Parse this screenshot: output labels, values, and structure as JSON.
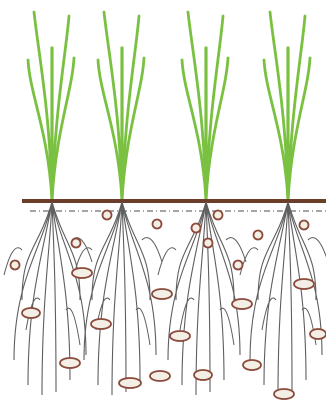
{
  "colors": {
    "background": "#ffffff",
    "plant_green": "#7ac142",
    "soil_line": "#6b3e2a",
    "water_line": "#6f6f6f",
    "root_gray": "#5e5e5e",
    "particle_brown": "#8b4a3a",
    "particle_fill": "#f4efe6"
  },
  "plants": [
    {
      "name": "rice-seedling-1"
    },
    {
      "name": "rice-seedling-2"
    },
    {
      "name": "rice-seedling-3"
    },
    {
      "name": "rice-seedling-4"
    }
  ],
  "soil_particles": {
    "round_count": 10,
    "oval_count": 14
  }
}
